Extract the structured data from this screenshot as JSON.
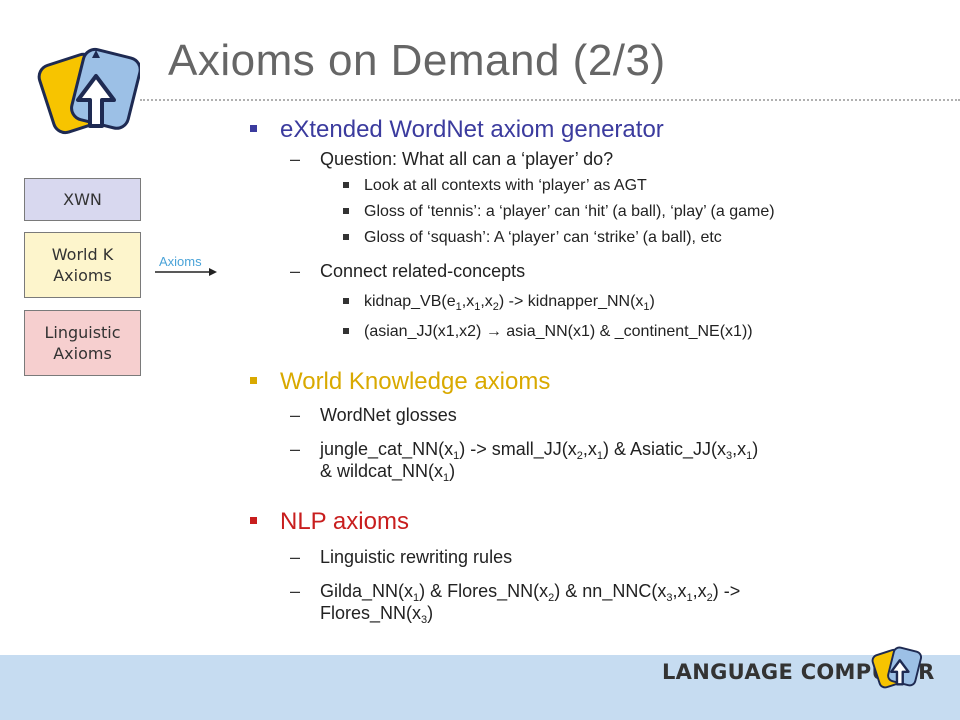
{
  "slide": {
    "title": "Axioms on Demand (2/3)"
  },
  "sidebar": {
    "box_xwn": "XWN",
    "box_world_line1": "World K",
    "box_world_line2": "Axioms",
    "box_ling_line1": "Linguistic",
    "box_ling_line2": "Axioms",
    "arrow_label": "Axioms"
  },
  "sections": {
    "xwn": {
      "heading": "eXtended WordNet axiom generator",
      "question": "Question: What all can a ‘player’ do?",
      "item1": "Look at all contexts with ‘player’ as AGT",
      "item2": "Gloss of ‘tennis’: a ‘player’ can ‘hit’ (a ball), ‘play’ (a game)",
      "item3": "Gloss of ‘squash’: A ‘player’ can ‘strike’ (a ball), etc",
      "connect": "Connect related-concepts",
      "kidnap": {
        "p1": "kidnap_VB(e",
        "s1": "1",
        "p2": ",x",
        "s2": "1",
        "p3": ",x",
        "s3": "2",
        "p4": ") -> kidnapper_NN(x",
        "s4": "1",
        "p5": ")"
      },
      "asian_a": "(asian_JJ(x1,x2) ",
      "asian_arrow": "→",
      "asian_b": " asia_NN(x1) & _continent_NE(x1))"
    },
    "world": {
      "heading": "World Knowledge axioms",
      "glosses": "WordNet glosses",
      "jungle": {
        "p1": "jungle_cat_NN(x",
        "s1": "1",
        "p2": ") -> small_JJ(x",
        "s2": "2",
        "p3": ",x",
        "s3": "1",
        "p4": ") & Asiatic_JJ(x",
        "s4": "3",
        "p5": ",x",
        "s5": "1",
        "p6": ")",
        "p7": "& wildcat_NN(x",
        "s7": "1",
        "p8": ")"
      }
    },
    "nlp": {
      "heading": "NLP axioms",
      "rules": "Linguistic rewriting rules",
      "gilda": {
        "p1": "Gilda_NN(x",
        "s1": "1",
        "p2": ") & Flores_NN(x",
        "s2": "2",
        "p3": ") & nn_NNC(x",
        "s3": "3",
        "p4": ",x",
        "s4": "1",
        "p5": ",x",
        "s5": "2",
        "p6": ") ->",
        "p7": "Flores_NN(x",
        "s7": "3",
        "p8": ")"
      }
    }
  },
  "footer": {
    "company": "LANGUAGE COMPUTER"
  },
  "colors": {
    "heading_blue": "#3b3b9e",
    "heading_yellow": "#d9a900",
    "heading_red": "#c81e1e",
    "footer_bg": "#c6dcf1"
  },
  "icons": {
    "logo": "up-arrow-shield-logo",
    "arrow": "right-arrow-icon"
  }
}
